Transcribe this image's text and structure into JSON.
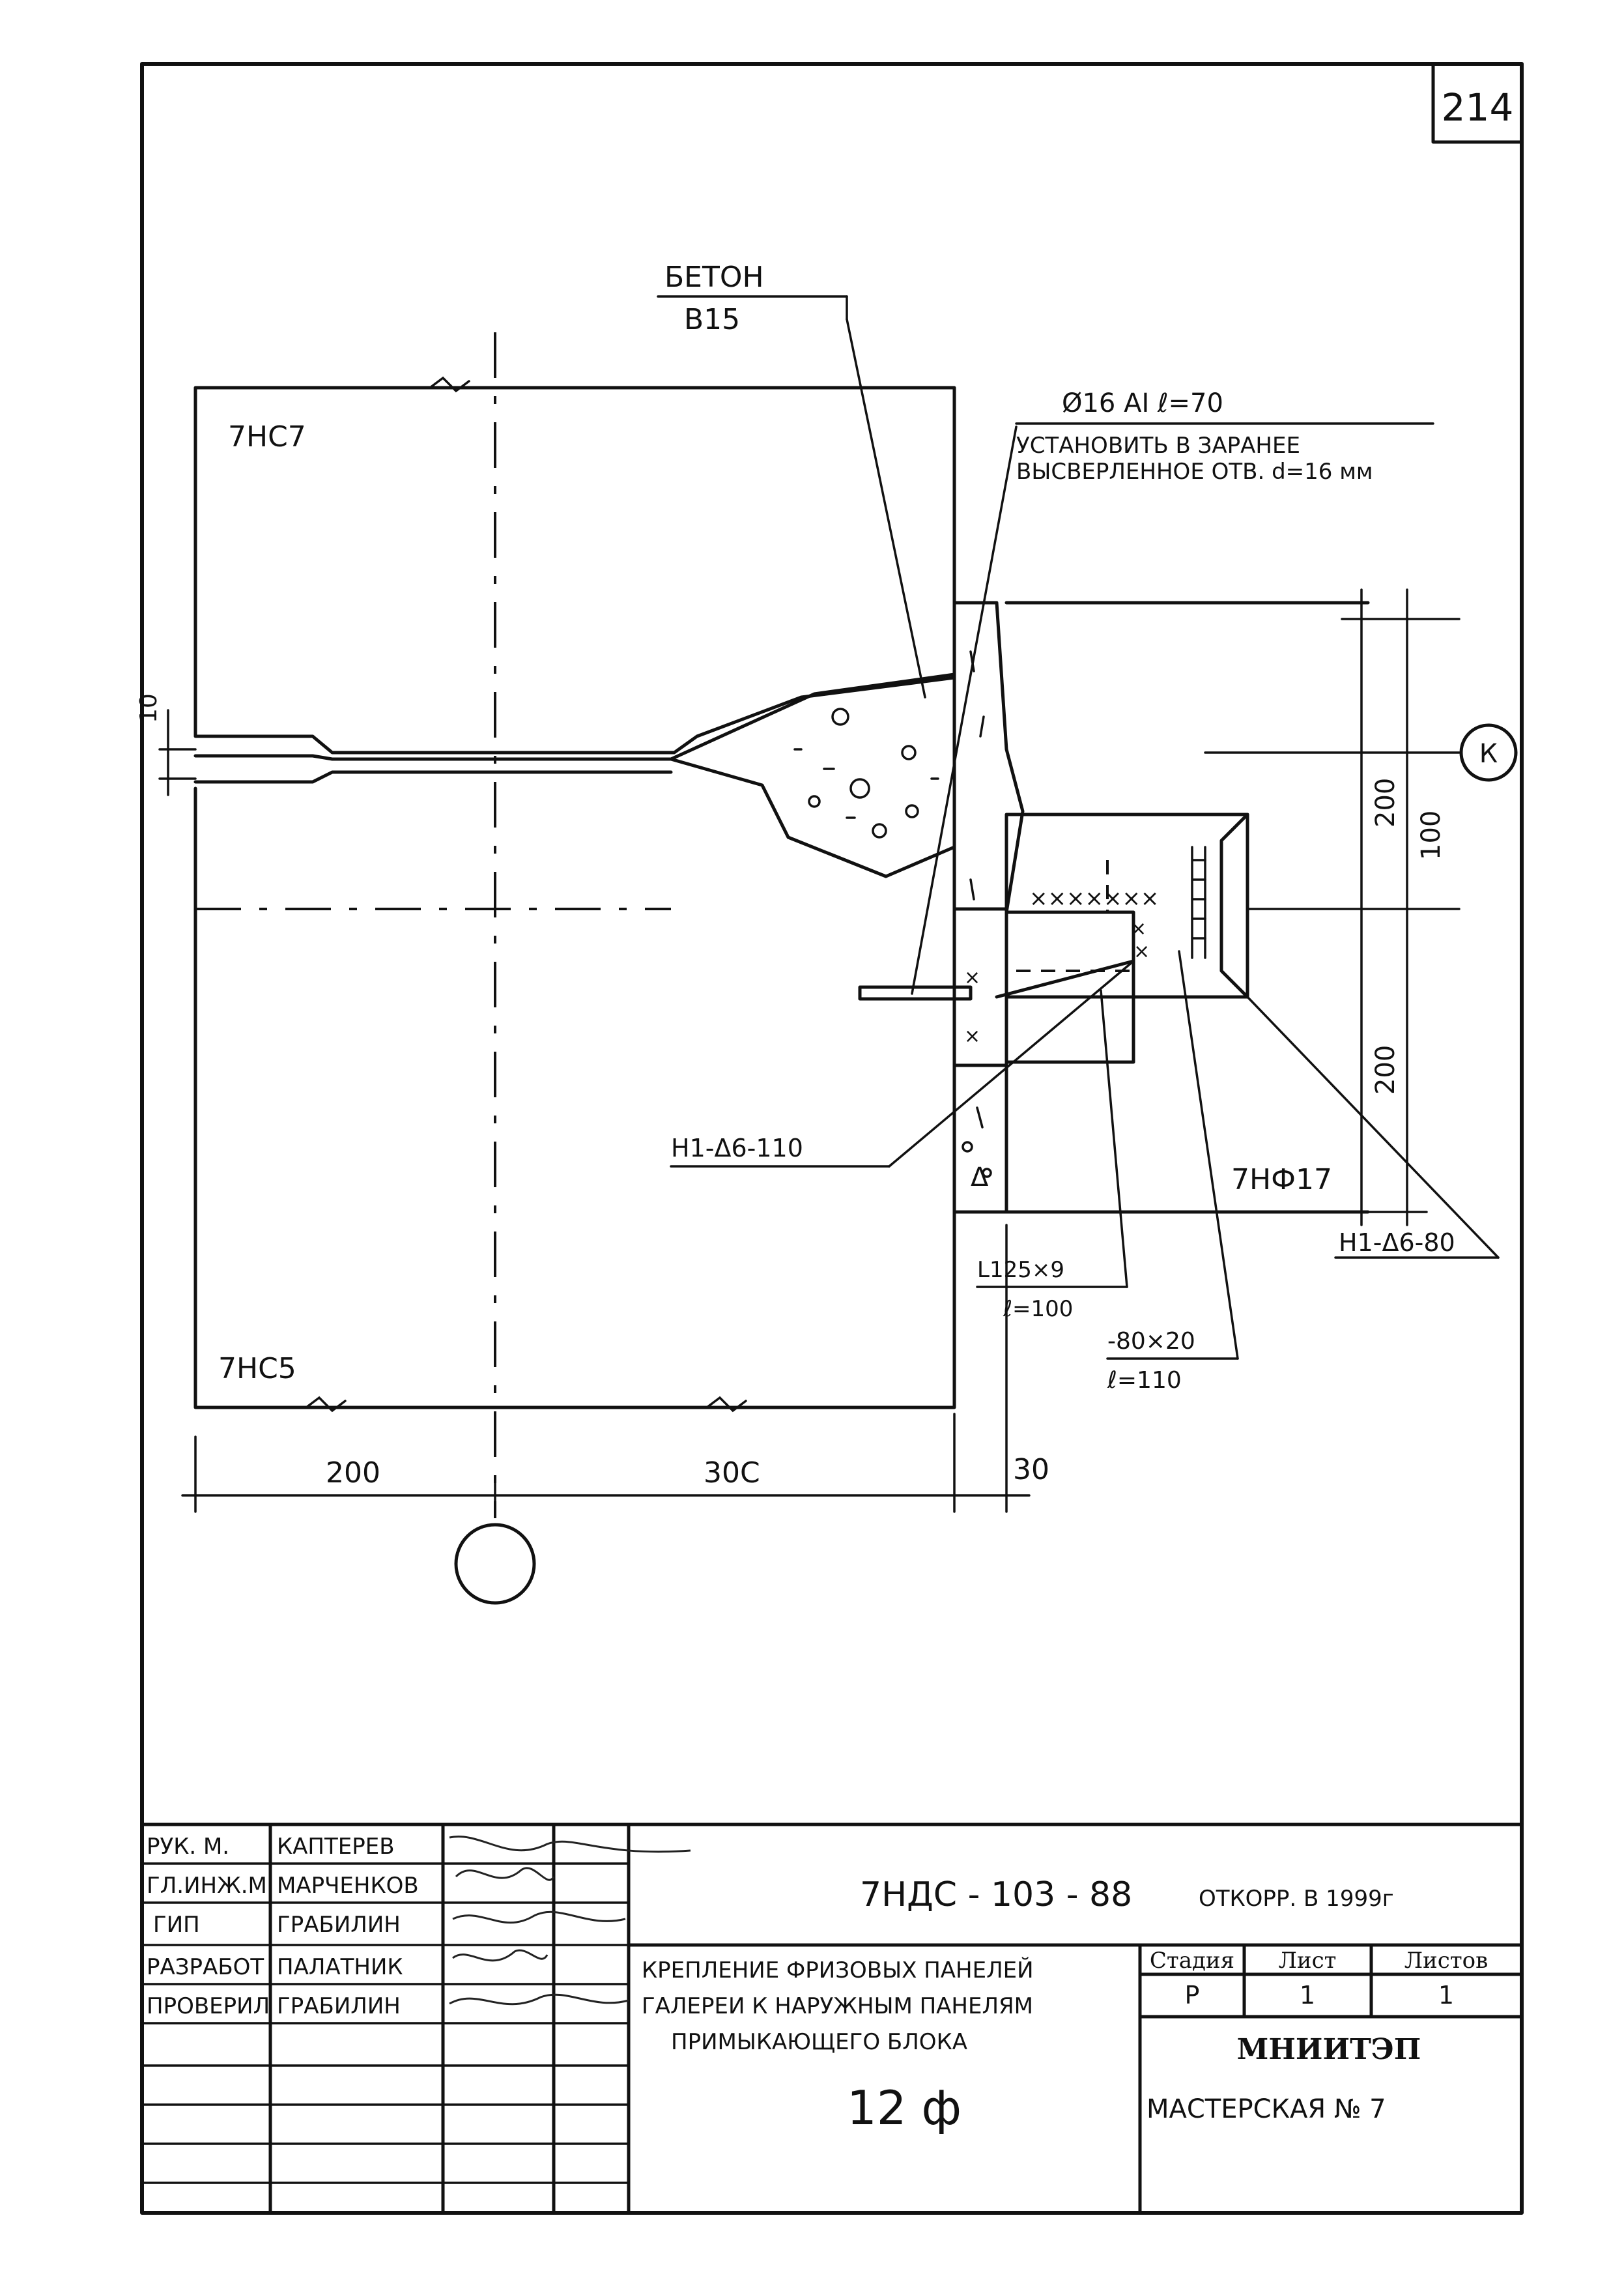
{
  "sheet_number": "214",
  "concrete": {
    "label": "БЕТОН",
    "grade": "В15"
  },
  "panels": {
    "top_left": "7НС7",
    "bottom_left": "7НС5",
    "frieze": "7НФ17"
  },
  "rebar": {
    "spec": "Ø16 АI   ℓ=70",
    "note_line1": "УСТАНОВИТЬ В ЗАРАНЕЕ",
    "note_line2": "ВЫСВЕРЛЕННОЕ ОТВ. d=16 мм"
  },
  "callouts": {
    "h1_110": "Н1-Δ6-110",
    "h1_80": "Н1-Δ6-80",
    "angle_line1": "L125×9",
    "angle_line2": "ℓ=100",
    "plate_line1": "-80×20",
    "plate_line2": "ℓ=110",
    "axis_k": "К"
  },
  "dimensions": {
    "joint": "10",
    "left_200": "200",
    "mid_300": "30С",
    "right_30": "30",
    "v_200_top": "200",
    "v_100": "100",
    "v_200_bottom": "200"
  },
  "title_block": {
    "code": "7НДС - 103 - 88",
    "correction": "ОТКОРР. В 1999г",
    "title_line1": "КРЕПЛЕНИЕ ФРИЗОВЫХ ПАНЕЛЕЙ",
    "title_line2": "ГАЛЕРЕИ К НАРУЖНЫМ ПАНЕЛЯМ",
    "title_line3": "ПРИМЫКАЮЩЕГО БЛОКА",
    "sheet_mark": "12 ф",
    "stage_header": "Стадия",
    "sheet_header": "Лист",
    "sheets_header": "Листов",
    "stage": "Р",
    "sheet": "1",
    "sheets": "1",
    "org": "МНИИТЭП",
    "workshop": "МАСТЕРСКАЯ № 7",
    "roles": [
      {
        "role": "РУК. М.",
        "name": "КАПТЕРЕВ"
      },
      {
        "role": "ГЛ.ИНЖ.М",
        "name": "МАРЧЕНКОВ"
      },
      {
        "role": "ГИП",
        "name": "ГРАБИЛИН"
      },
      {
        "role": "РАЗРАБОТ",
        "name": "ПАЛАТНИК"
      },
      {
        "role": "ПРОВЕРИЛ",
        "name": "ГРАБИЛИН"
      }
    ]
  }
}
